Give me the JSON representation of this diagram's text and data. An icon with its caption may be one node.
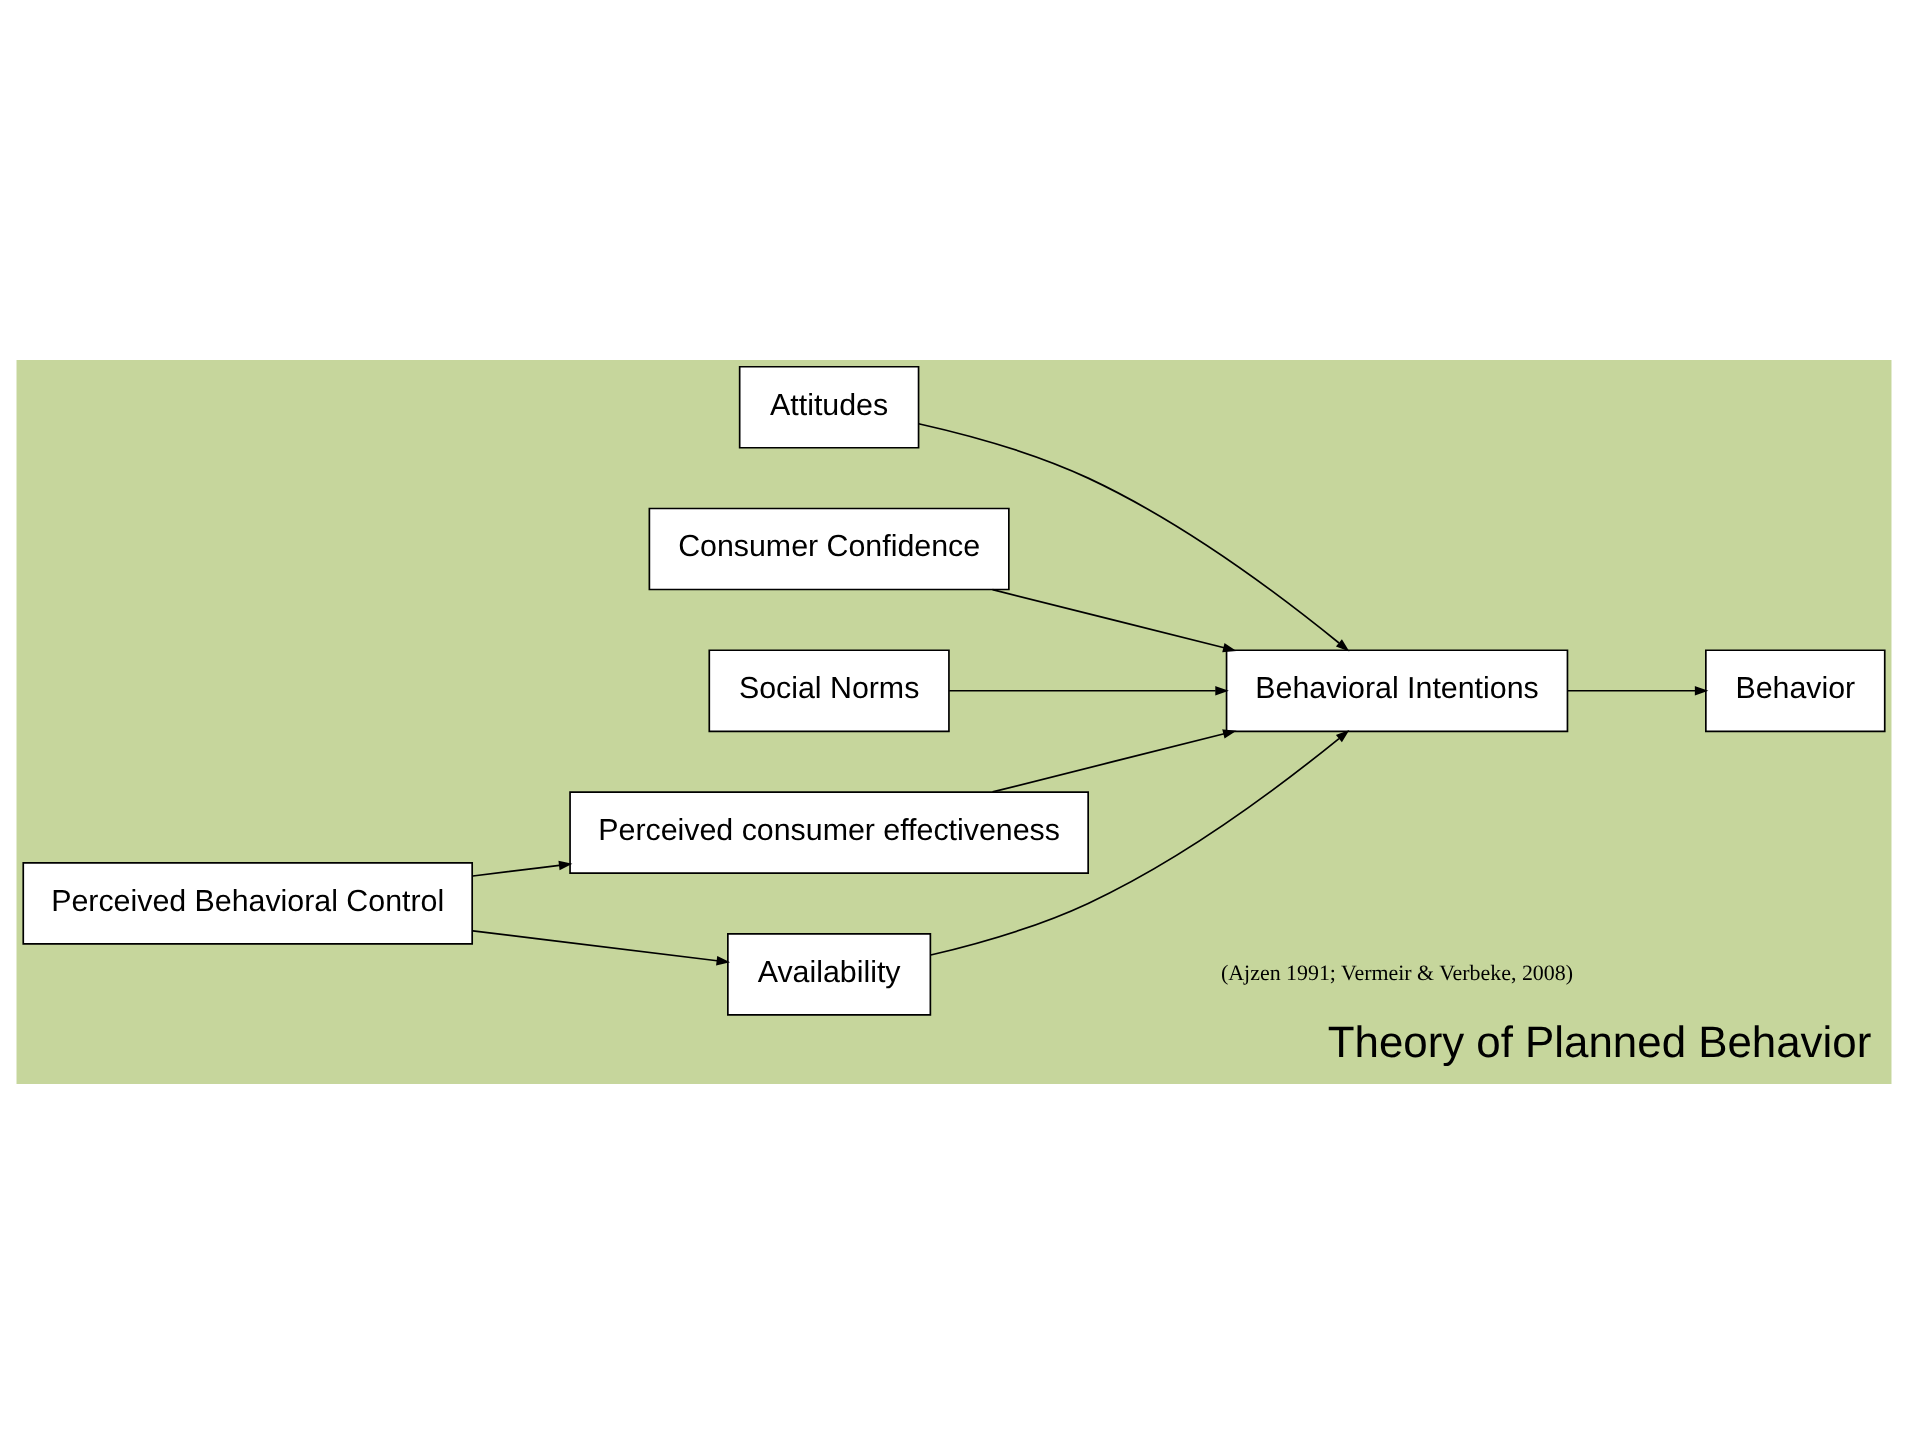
{
  "diagram": {
    "title": "Theory of Planned Behavior",
    "nodes": [
      {
        "text": [
          "Attitudes"
        ]
      },
      {
        "text": [
          "Consumer Confidence"
        ]
      },
      {
        "text": [
          "Social Norms"
        ]
      },
      {
        "text": [
          "Perceived Behavioral Control"
        ]
      },
      {
        "text": [
          "Perceived consumer effectiveness"
        ]
      },
      {
        "text": [
          "Behavioral Intentions"
        ]
      },
      {
        "text": [
          "Behavior"
        ]
      },
      {
        "text": [
          "Availability"
        ]
      }
    ],
    "edges": [
      {
        "from": 0,
        "to": 5,
        "arrow": "to"
      },
      {
        "from": 1,
        "to": 5,
        "arrow": "to"
      },
      {
        "from": 2,
        "to": 5,
        "arrow": "to"
      },
      {
        "from": 3,
        "to": 4,
        "arrow": "to"
      },
      {
        "from": 3,
        "to": 7,
        "arrow": "to"
      },
      {
        "from": 4,
        "to": 5,
        "arrow": "to"
      },
      {
        "from": 7,
        "to": 5,
        "arrow": "to"
      },
      {
        "from": 5,
        "to": 6,
        "arrow": "to"
      }
    ],
    "labels": [
      "(Ajzen 1991; Vermeir & Verbeke, 2008)"
    ]
  }
}
